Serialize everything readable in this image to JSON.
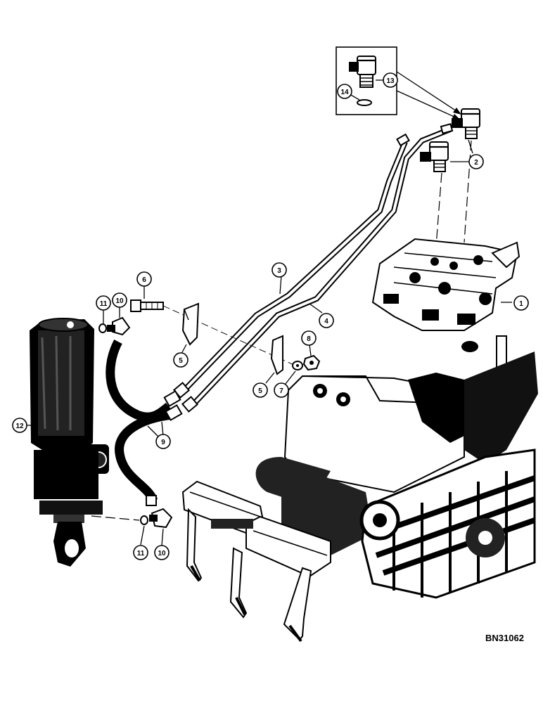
{
  "diagram": {
    "reference_code": "BN31062",
    "callouts": [
      {
        "id": "c1",
        "label": "1"
      },
      {
        "id": "c2",
        "label": "2"
      },
      {
        "id": "c3",
        "label": "3"
      },
      {
        "id": "c4",
        "label": "4"
      },
      {
        "id": "c5a",
        "label": "5"
      },
      {
        "id": "c5b",
        "label": "5"
      },
      {
        "id": "c6",
        "label": "6"
      },
      {
        "id": "c7",
        "label": "7"
      },
      {
        "id": "c8",
        "label": "8"
      },
      {
        "id": "c9",
        "label": "9"
      },
      {
        "id": "c10a",
        "label": "10"
      },
      {
        "id": "c10b",
        "label": "10"
      },
      {
        "id": "c11a",
        "label": "11"
      },
      {
        "id": "c11b",
        "label": "11"
      },
      {
        "id": "c12",
        "label": "12"
      },
      {
        "id": "c13",
        "label": "13"
      },
      {
        "id": "c14",
        "label": "14"
      }
    ]
  }
}
